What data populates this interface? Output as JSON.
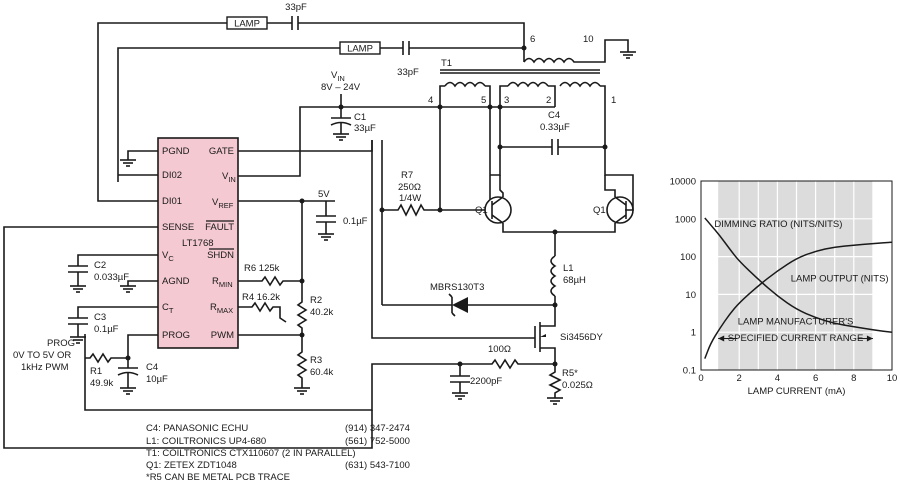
{
  "schematic": {
    "lamp1": "LAMP",
    "lamp2": "LAMP",
    "cap_33pf_a": "33pF",
    "cap_33pf_b": "33pF",
    "t1": "T1",
    "vin_label": "V",
    "vin_sub": "IN",
    "vin_range": "8V – 24V",
    "c1_name": "C1",
    "c1_val": "33µF",
    "c4_name": "C4",
    "c4_val": "0.33µF",
    "v5": "5V",
    "c_01": "0.1µF",
    "r7_name": "R7",
    "r7_val": "250Ω",
    "r7_pow": "1/4W",
    "q1_a": "Q1",
    "q1_b": "Q1",
    "l1_name": "L1",
    "l1_val": "68µH",
    "diode": "MBRS130T3",
    "mosfet": "Si3456DY",
    "r_100": "100Ω",
    "c_2200": "2200pF",
    "r5_name": "R5*",
    "r5_val": "0.025Ω",
    "r6": "R6 125k",
    "r4": "R4 16.2k",
    "r2_name": "R2",
    "r2_val": "40.2k",
    "r3_name": "R3",
    "r3_val": "60.4k",
    "c2_name": "C2",
    "c2_val": "0.033µF",
    "c3_name": "C3",
    "c3_val": "0.1µF",
    "c4b_name": "C4",
    "c4b_val": "10µF",
    "r1_name": "R1",
    "r1_val": "49.9k",
    "prog_l1": "PROG",
    "prog_l2": "0V TO 5V OR",
    "prog_l3": "1kHz PWM",
    "pins": {
      "p6": "6",
      "p10": "10",
      "p4": "4",
      "p5": "5",
      "p3": "3",
      "p2": "2",
      "p1": "1"
    },
    "ic": {
      "name": "LT1768",
      "pgnd": "PGND",
      "di02": "DI02",
      "di01": "DI01",
      "sense": "SENSE",
      "vc": "V",
      "vc_sub": "C",
      "agnd": "AGND",
      "ct": "C",
      "ct_sub": "T",
      "prog": "PROG",
      "gate": "GATE",
      "vin": "V",
      "vin_sub": "IN",
      "vref": "V",
      "vref_sub": "REF",
      "fault": "FAULT",
      "shdn": "SHDN",
      "rmin": "R",
      "rmin_sub": "MIN",
      "rmax": "R",
      "rmax_sub": "MAX",
      "pwm": "PWM"
    },
    "notes": [
      {
        "part": "C4: PANASONIC ECHU",
        "phone": "(914) 347-2474"
      },
      {
        "part": "L1: COILTRONICS UP4-680",
        "phone": "(561) 752-5000"
      },
      {
        "part": "T1: COILTRONICS CTX110607 (2 IN PARALLEL)",
        "phone": ""
      },
      {
        "part": "Q1: ZETEX ZDT1048",
        "phone": "(631) 543-7100"
      },
      {
        "part": "*R5 CAN BE METAL PCB TRACE",
        "phone": ""
      }
    ]
  },
  "chart_data": {
    "type": "line",
    "xlabel": "LAMP CURRENT (mA)",
    "ylabel": "",
    "xlim": [
      0,
      10
    ],
    "ylim": [
      0.1,
      10000
    ],
    "y_scale": "log",
    "x_ticks": [
      "0",
      "2",
      "4",
      "6",
      "8",
      "10"
    ],
    "y_ticks": [
      "0.1",
      "1",
      "10",
      "100",
      "1000",
      "10000"
    ],
    "shaded_range": [
      0.9,
      9
    ],
    "annotation_line1": "LAMP MANUFACTURER'S",
    "annotation_line2": "SPECIFIED CURRENT RANGE",
    "grid": true,
    "series": [
      {
        "name": "DIMMING RATIO (NITS/NITS)",
        "x": [
          0.2,
          0.5,
          1,
          1.5,
          2,
          3,
          4,
          5,
          6,
          7,
          8,
          9,
          10
        ],
        "y": [
          1050,
          700,
          350,
          160,
          75,
          25,
          9,
          4,
          2.4,
          1.7,
          1.4,
          1.15,
          1.0
        ]
      },
      {
        "name": "LAMP OUTPUT (NITS)",
        "x": [
          0.2,
          0.5,
          1,
          1.5,
          2,
          3,
          4,
          5,
          6,
          7,
          8,
          9,
          10
        ],
        "y": [
          0.2,
          0.5,
          1.3,
          3,
          6,
          17,
          42,
          90,
          140,
          180,
          200,
          220,
          240
        ]
      }
    ],
    "colors": {
      "shade": "#dcdcdc",
      "line": "#1a1a1a",
      "grid": "#ffffff"
    }
  }
}
